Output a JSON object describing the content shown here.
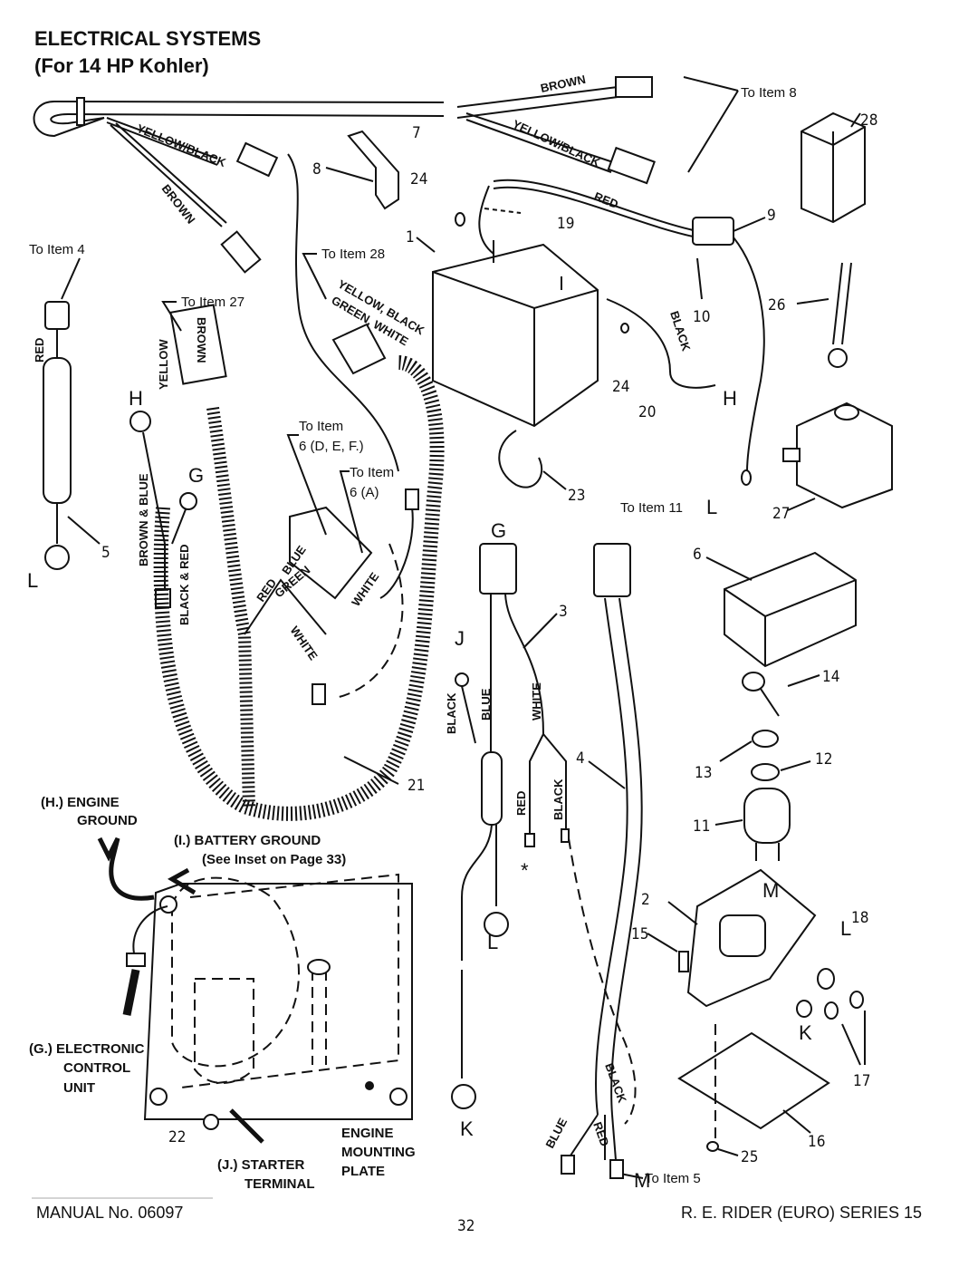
{
  "title": {
    "line1": "ELECTRICAL SYSTEMS",
    "line2": "(For 14 HP Kohler)"
  },
  "wire_labels": {
    "brown_top": "BROWN",
    "yellow_black_right": "YELLOW/BLACK",
    "yellow_black_left": "YELLOW/BLACK",
    "brown_left": "BROWN",
    "yellow_black_line": "YELLOW, BLACK",
    "green_white_line": "GREEN, WHITE",
    "red_battery": "RED",
    "black_battery": "BLACK",
    "yellow_connector": "YELLOW",
    "brown_connector": "BROWN",
    "red_fuse": "RED",
    "brown_blue": "BROWN & BLUE",
    "black_red": "BLACK & RED",
    "red_harness": "RED",
    "blue_harness": "BLUE",
    "green_harness": "GREEN",
    "white_harness": "WHITE",
    "white_harness2": "WHITE",
    "black_g": "BLACK",
    "blue_g": "BLUE",
    "white_g": "WHITE",
    "red_g": "RED",
    "black_g2": "BLACK",
    "black_4": "BLACK",
    "blue_4": "BLUE",
    "red_4": "RED"
  },
  "callouts": {
    "item8": "To Item 8",
    "item4": "To Item 4",
    "item28": "To Item 28",
    "item27": "To Item 27",
    "item6def_1": "To Item",
    "item6def_2": "6 (D, E, F.)",
    "item6a_1": "To Item",
    "item6a_2": "6 (A)",
    "item11": "To Item 11",
    "item5": "To Item 5"
  },
  "part_numbers": {
    "n7": "7",
    "n8": "8",
    "n24a": "24",
    "n1": "1",
    "n19": "19",
    "n9": "9",
    "n28": "28",
    "n10": "10",
    "n26": "26",
    "n24b": "24",
    "n20": "20",
    "n23": "23",
    "n27": "27",
    "n5": "5",
    "n3": "3",
    "n6": "6",
    "n21": "21",
    "n4": "4",
    "n14": "14",
    "n13": "13",
    "n12": "12",
    "n11": "11",
    "n2": "2",
    "n15": "15",
    "n18": "18",
    "n17": "17",
    "n16": "16",
    "n25": "25",
    "n22": "22"
  },
  "connection_letters": {
    "h_left": "H",
    "g_left": "G",
    "l_left": "L",
    "h_right": "H",
    "l_right": "L",
    "g_mid": "G",
    "j_mid": "J",
    "l_mid": "L",
    "k_mid": "K",
    "m_bottom": "M",
    "m_switch": "M",
    "l_switch": "L",
    "k_switch": "K",
    "asterisk": "*"
  },
  "inset": {
    "engine_ground_1": "(H.)  ENGINE",
    "engine_ground_2": "GROUND",
    "battery_ground_1": "(I.)  BATTERY GROUND",
    "battery_ground_2": "(See Inset on Page 33)",
    "ecu_1": "(G.)  ELECTRONIC",
    "ecu_2": "CONTROL",
    "ecu_3": "UNIT",
    "starter_1": "(J.) STARTER",
    "starter_2": "TERMINAL",
    "plate_1": "ENGINE",
    "plate_2": "MOUNTING",
    "plate_3": "PLATE"
  },
  "footer": {
    "manual": "MANUAL No. 06097",
    "page": "32",
    "series": "R. E. RIDER (EURO) SERIES 15"
  }
}
